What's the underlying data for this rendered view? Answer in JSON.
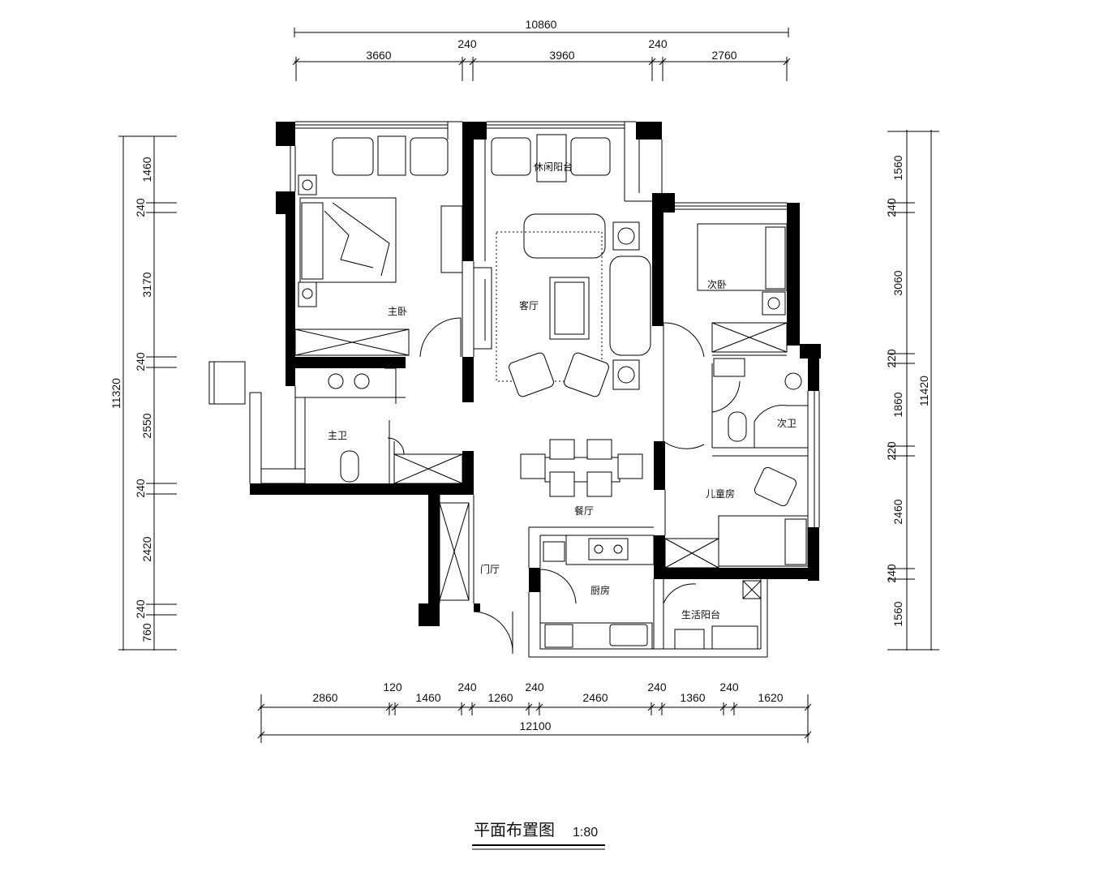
{
  "title": {
    "text": "平面布置图",
    "scale": "1:80"
  },
  "rooms": {
    "master_bedroom": "主卧",
    "living_room": "客厅",
    "leisure_balcony": "休闲阳台",
    "second_bedroom": "次卧",
    "master_bath": "主卫",
    "second_bath": "次卫",
    "dining_room": "餐厅",
    "kids_room": "儿童房",
    "entrance_hall": "门厅",
    "kitchen": "厨房",
    "utility_balcony": "生活阳台"
  },
  "dimensions": {
    "top_total": "10860",
    "top": [
      "3660",
      "240",
      "3960",
      "240",
      "2760"
    ],
    "bottom_total": "12100",
    "bottom": [
      "2860",
      "120",
      "1460",
      "240",
      "1260",
      "240",
      "2460",
      "240",
      "1360",
      "240",
      "1620"
    ],
    "left_total": "11320",
    "left": [
      "1460",
      "240",
      "3170",
      "240",
      "2550",
      "240",
      "2420",
      "240",
      "760"
    ],
    "right_total": "11420",
    "right": [
      "1560",
      "240",
      "3060",
      "220",
      "1860",
      "220",
      "2460",
      "240",
      "1560"
    ]
  }
}
